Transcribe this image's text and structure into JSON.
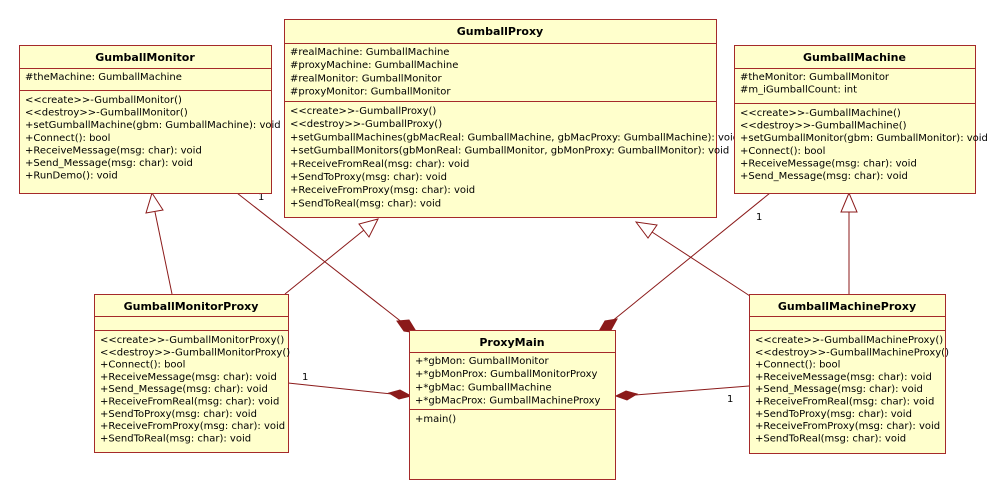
{
  "classes": {
    "gumball_monitor": {
      "name": "GumballMonitor",
      "attributes": [
        "#theMachine: GumballMachine"
      ],
      "methods": [
        "<<create>>-GumballMonitor()",
        "<<destroy>>-GumballMonitor()",
        "+setGumballMachine(gbm: GumballMachine): void",
        "+Connect(): bool",
        "+ReceiveMessage(msg: char): void",
        "+Send_Message(msg: char): void",
        "+RunDemo(): void"
      ]
    },
    "gumball_proxy": {
      "name": "GumballProxy",
      "attributes": [
        "#realMachine: GumballMachine",
        "#proxyMachine: GumballMachine",
        "#realMonitor: GumballMonitor",
        "#proxyMonitor: GumballMonitor"
      ],
      "methods": [
        "<<create>>-GumballProxy()",
        "<<destroy>>-GumballProxy()",
        "+setGumballMachines(gbMacReal: GumballMachine, gbMacProxy: GumballMachine): void",
        "+setGumballMonitors(gbMonReal: GumballMonitor, gbMonProxy: GumballMonitor): void",
        "+ReceiveFromReal(msg: char): void",
        "+SendToProxy(msg: char): void",
        "+ReceiveFromProxy(msg: char): void",
        "+SendToReal(msg: char): void"
      ]
    },
    "gumball_machine": {
      "name": "GumballMachine",
      "attributes": [
        "#theMonitor: GumballMonitor",
        "#m_iGumballCount: int"
      ],
      "methods": [
        "<<create>>-GumballMachine()",
        "<<destroy>>-GumballMachine()",
        "+setGumballMonitor(gbm: GumballMonitor): void",
        "+Connect(): bool",
        "+ReceiveMessage(msg: char): void",
        "+Send_Message(msg: char): void"
      ]
    },
    "gumball_monitor_proxy": {
      "name": "GumballMonitorProxy",
      "attributes": [],
      "methods": [
        "<<create>>-GumballMonitorProxy()",
        "<<destroy>>-GumballMonitorProxy()",
        "+Connect(): bool",
        "+ReceiveMessage(msg: char): void",
        "+Send_Message(msg: char): void",
        "+ReceiveFromReal(msg: char): void",
        "+SendToProxy(msg: char): void",
        "+ReceiveFromProxy(msg: char): void",
        "+SendToReal(msg: char): void"
      ]
    },
    "proxy_main": {
      "name": "ProxyMain",
      "attributes": [
        "+*gbMon: GumballMonitor",
        "+*gbMonProx: GumballMonitorProxy",
        "+*gbMac: GumballMachine",
        "+*gbMacProx: GumballMachineProxy"
      ],
      "methods": [
        "+main()"
      ]
    },
    "gumball_machine_proxy": {
      "name": "GumballMachineProxy",
      "attributes": [],
      "methods": [
        "<<create>>-GumballMachineProxy()",
        "<<destroy>>-GumballMachineProxy()",
        "+Connect(): bool",
        "+ReceiveMessage(msg: char): void",
        "+Send_Message(msg: char): void",
        "+ReceiveFromReal(msg: char): void",
        "+SendToProxy(msg: char): void",
        "+ReceiveFromProxy(msg: char): void",
        "+SendToReal(msg: char): void"
      ]
    }
  },
  "multiplicities": {
    "monitor_to_main": "1",
    "machine_to_main": "1",
    "monitor_proxy_to_main": "1",
    "machine_proxy_to_main": "1"
  },
  "colors": {
    "box_fill": "#ffffcc",
    "border": "#a52a2a",
    "connector": "#8b1a1a"
  }
}
